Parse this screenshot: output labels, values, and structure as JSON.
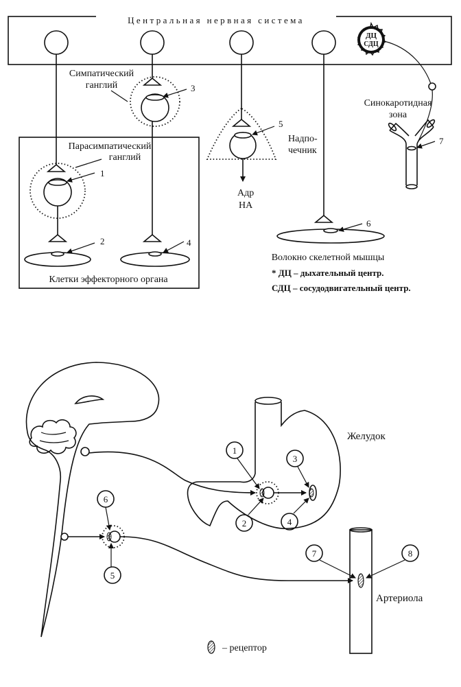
{
  "top": {
    "cns_title": "Центральная нервная система",
    "sympathetic_ganglion": [
      "Симпатический",
      "ганглий"
    ],
    "parasympathetic_ganglion": [
      "Парасимпатический",
      "ганглий"
    ],
    "adrenal": [
      "Надпо-",
      "чечник"
    ],
    "adr": "Адр",
    "na": "НА",
    "carotid_zone": [
      "Синокаротидная",
      "зона"
    ],
    "centers": [
      "ДЦ",
      "СДЦ"
    ],
    "effector_cells": "Клетки эффекторного органа",
    "skeletal_fiber": "Волокно скелетной мышцы",
    "legend_dc": "* ДЦ – дыхательный центр.",
    "legend_sdc": "СДЦ – сосудодвигательный центр.",
    "numbers": [
      "1",
      "2",
      "3",
      "4",
      "5",
      "6",
      "7"
    ]
  },
  "bottom": {
    "stomach": "Желудок",
    "arteriole": "Артериола",
    "receptor_legend": "– рецептор",
    "numbers": [
      "1",
      "2",
      "3",
      "4",
      "5",
      "6",
      "7",
      "8"
    ]
  }
}
